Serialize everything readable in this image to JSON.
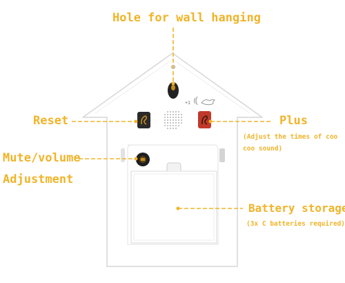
{
  "colors": {
    "accent": "#f0b429",
    "house_fill": "#ffffff",
    "house_outline": "#d6d6d6",
    "button_dark": "#2a2a2a",
    "button_red": "#c0392b"
  },
  "labels": {
    "hole": "Hole for wall hanging",
    "reset": "Reset",
    "plus": "Plus",
    "plus_note_line1": "(Adjust the times of coo",
    "plus_note_line2": "coo sound)",
    "mute_line1": "Mute/volume",
    "mute_line2": "Adjustment",
    "battery": "Battery storage",
    "battery_note": "(3x C batteries required)"
  },
  "device": {
    "plus_one_mark": "+1"
  },
  "icons": {
    "reset_button": "swirl-icon",
    "plus_button": "swirl-icon",
    "speaker": "speaker-grille-icon",
    "bird": "bird-icon",
    "sound": "sound-waves-icon"
  }
}
